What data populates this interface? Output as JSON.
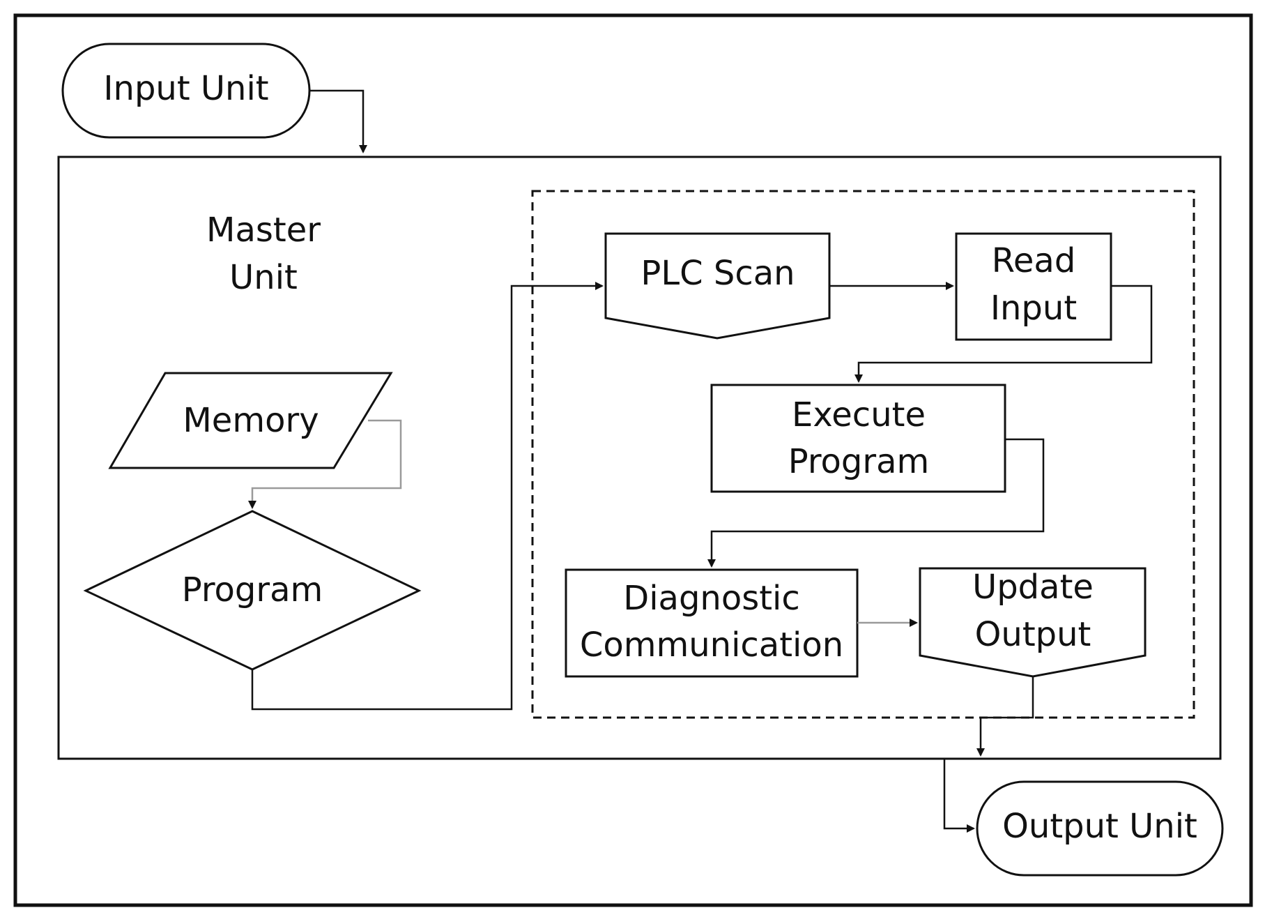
{
  "diagram": {
    "nodes": {
      "input_unit": "Input Unit",
      "master_unit_line1": "Master",
      "master_unit_line2": "Unit",
      "memory": "Memory",
      "program": "Program",
      "plc_scan": "PLC Scan",
      "read_input_line1": "Read",
      "read_input_line2": "Input",
      "execute_program_line1": "Execute",
      "execute_program_line2": "Program",
      "diagnostic_line1": "Diagnostic",
      "diagnostic_line2": "Communication",
      "update_output_line1": "Update",
      "update_output_line2": "Output",
      "output_unit": "Output Unit"
    },
    "edges": [
      {
        "from": "Input Unit",
        "to": "Master Unit"
      },
      {
        "from": "Memory",
        "to": "Program"
      },
      {
        "from": "Program",
        "to": "PLC Scan"
      },
      {
        "from": "PLC Scan",
        "to": "Read Input"
      },
      {
        "from": "Read Input",
        "to": "Execute Program"
      },
      {
        "from": "Execute Program",
        "to": "Diagnostic Communication"
      },
      {
        "from": "Diagnostic Communication",
        "to": "Update Output"
      },
      {
        "from": "Update Output",
        "to": "Master Unit"
      },
      {
        "from": "Master Unit",
        "to": "Output Unit"
      }
    ],
    "colors": {
      "stroke": "#111111",
      "light_connector": "#9a9a9a",
      "background": "#ffffff"
    }
  }
}
